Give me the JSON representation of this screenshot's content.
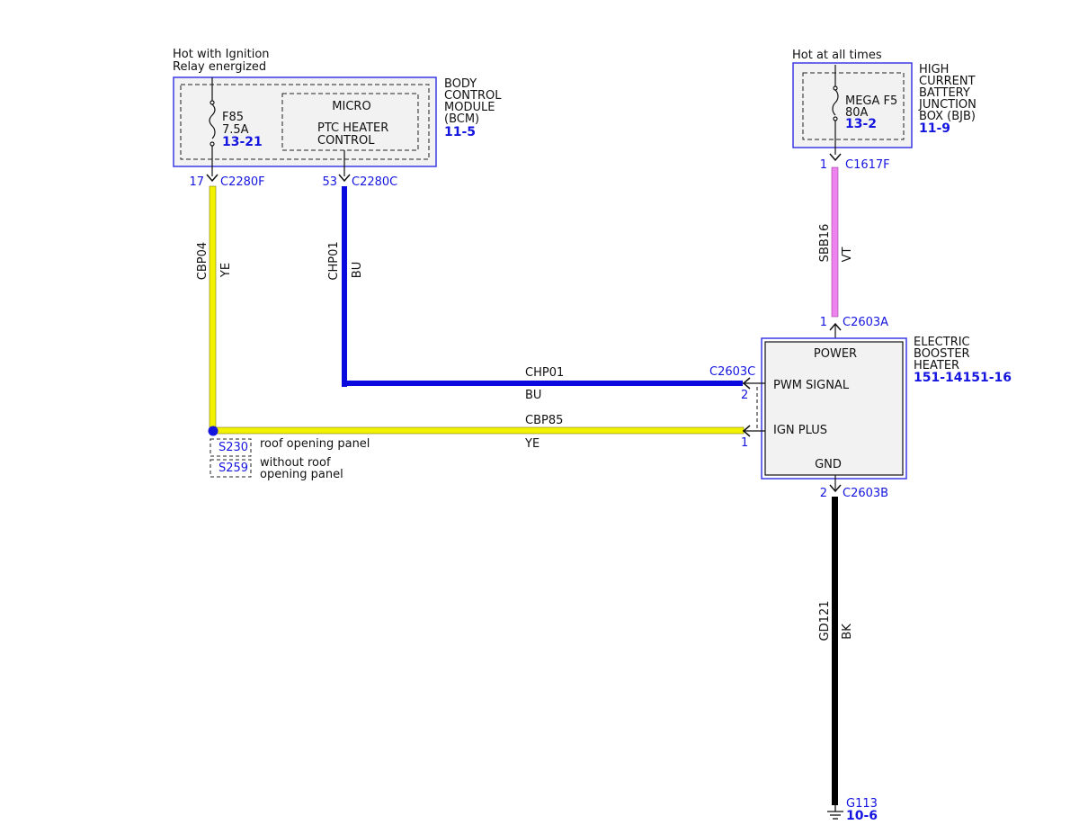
{
  "colors": {
    "blue_text": "#1515e0",
    "box_border": "#3a3ae6",
    "wire_yellow": "#f2f200",
    "wire_blue": "#0a0adf",
    "wire_violet": "#ee82ee",
    "wire_black": "#000000",
    "box_fill": "#f2f2f2"
  },
  "bcm": {
    "power_note": [
      "Hot with Ignition",
      "Relay energized"
    ],
    "fuse_name": "F85",
    "fuse_rating": "7.5A",
    "fuse_ref": "13-21",
    "micro_title": "MICRO",
    "micro_function": [
      "PTC HEATER",
      "CONTROL"
    ],
    "module_name": [
      "BODY",
      "CONTROL",
      "MODULE",
      "(BCM)"
    ],
    "module_ref": "11-5"
  },
  "bjb": {
    "power_note": "Hot at all times",
    "fuse_name": "MEGA F5",
    "fuse_rating": "80A",
    "fuse_ref": "13-2",
    "module_name": [
      "HIGH",
      "CURRENT",
      "BATTERY",
      "JUNCTION",
      "BOX (BJB)"
    ],
    "module_ref": "11-9"
  },
  "heater": {
    "pins": [
      "POWER",
      "PWM SIGNAL",
      "IGN PLUS",
      "GND"
    ],
    "module_name": [
      "ELECTRIC",
      "BOOSTER",
      "HEATER"
    ],
    "module_ref": "151-14151-16"
  },
  "connectors": {
    "bcm_ign": {
      "pin": "17",
      "name": "C2280F"
    },
    "bcm_ptc": {
      "pin": "53",
      "name": "C2280C"
    },
    "bjb_out": {
      "pin": "1",
      "name": "C1617F"
    },
    "heater_power": {
      "pin": "1",
      "name": "C2603A"
    },
    "heater_signal": {
      "pin": "2",
      "name": "C2603C"
    },
    "heater_ign": {
      "pin": "1"
    },
    "heater_gnd": {
      "pin": "2",
      "name": "C2603B"
    }
  },
  "wires": {
    "cbp04": {
      "circuit": "CBP04",
      "color": "YE"
    },
    "chp01_vertical": {
      "circuit": "CHP01",
      "color": "BU"
    },
    "chp01_horizontal": {
      "circuit": "CHP01",
      "color": "BU"
    },
    "cbp85": {
      "circuit": "CBP85",
      "color": "YE"
    },
    "sbb16": {
      "circuit": "SBB16",
      "color": "VT"
    },
    "gd121": {
      "circuit": "GD121",
      "color": "BK"
    }
  },
  "splices": [
    {
      "id": "S230",
      "note": [
        "roof opening panel"
      ]
    },
    {
      "id": "S259",
      "note": [
        "without roof",
        "opening panel"
      ]
    }
  ],
  "ground": {
    "id": "G113",
    "ref": "10-6"
  }
}
